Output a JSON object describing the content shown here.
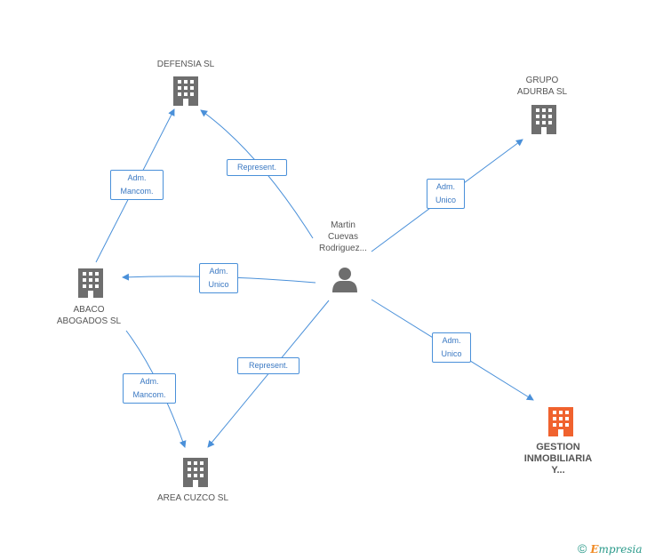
{
  "colors": {
    "edge": "#4a90d9",
    "building": "#6e6e6e",
    "building_highlight": "#f0622e",
    "person": "#6e6e6e"
  },
  "nodes": {
    "defensia": {
      "lines": [
        "DEFENSIA SL"
      ],
      "icon": "building-icon"
    },
    "grupo": {
      "lines": [
        "GRUPO",
        "ADURBA SL"
      ],
      "icon": "building-icon"
    },
    "abaco": {
      "lines": [
        "ABACO",
        "ABOGADOS SL"
      ],
      "icon": "building-icon"
    },
    "area": {
      "lines": [
        "AREA CUZCO SL"
      ],
      "icon": "building-icon"
    },
    "gestion": {
      "lines": [
        "GESTION",
        "INMOBILIARIA",
        "Y..."
      ],
      "icon": "building-icon"
    },
    "martin": {
      "lines": [
        "Martin",
        "Cuevas",
        "Rodriguez..."
      ],
      "icon": "person-icon"
    }
  },
  "edges": {
    "abaco_defensia": [
      "Adm.",
      "Mancom."
    ],
    "martin_defensia": [
      "Represent."
    ],
    "martin_grupo": [
      "Adm.",
      "Unico"
    ],
    "martin_abaco": [
      "Adm.",
      "Unico"
    ],
    "martin_gestion": [
      "Adm.",
      "Unico"
    ],
    "martin_area": [
      "Represent."
    ],
    "abaco_area": [
      "Adm.",
      "Mancom."
    ]
  },
  "footer": {
    "copyright": "©",
    "brand_first": "E",
    "brand_rest": "mpresia"
  }
}
